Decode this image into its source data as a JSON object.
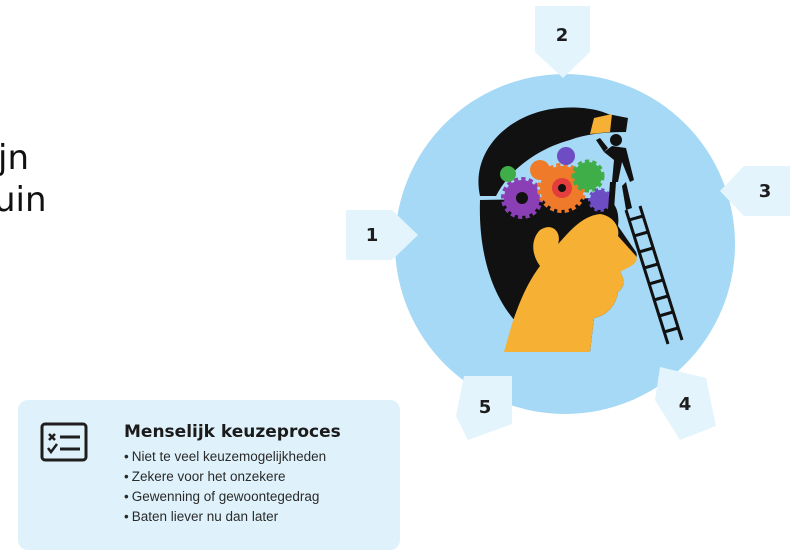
{
  "fragments": [
    "jn",
    "uin"
  ],
  "diagram": {
    "steps": [
      "1",
      "2",
      "3",
      "4",
      "5"
    ],
    "colors": {
      "circle": "#a6d9f5",
      "badge": "#e3f4fd",
      "head_skin": "#f6b033",
      "hair": "#111111",
      "gear_colors": [
        "#8a3fb5",
        "#ef7a2a",
        "#3fae49",
        "#e43d3d",
        "#6d4cc4"
      ]
    }
  },
  "card": {
    "icon": "checklist-icon",
    "title": "Menselijk keuzeproces",
    "items": [
      "Niet te veel keuzemogelijkheden",
      "Zekere voor het onzekere",
      "Gewenning of gewoontegedrag",
      "Baten liever nu dan later"
    ]
  }
}
